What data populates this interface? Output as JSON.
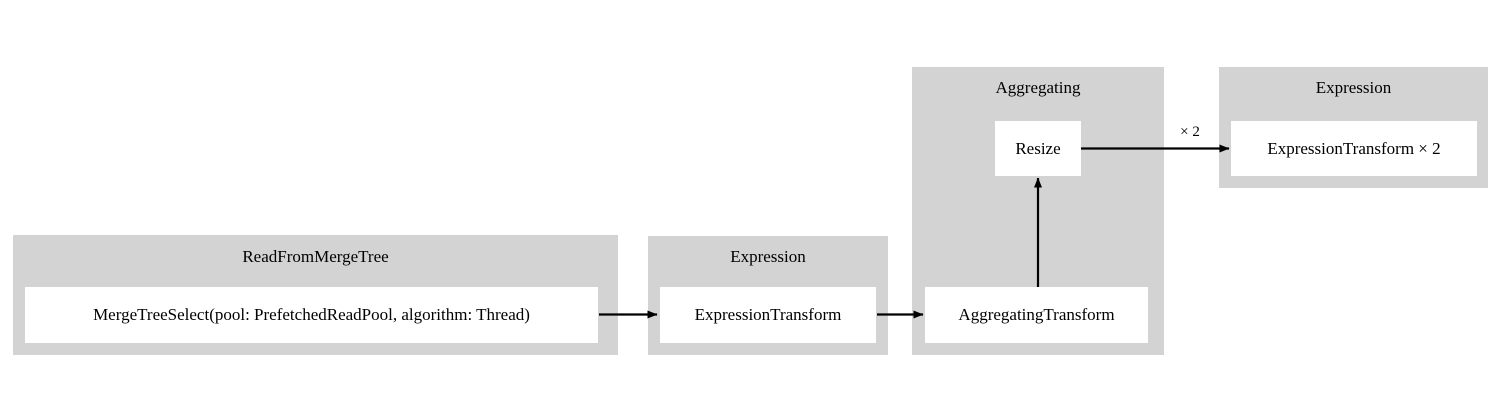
{
  "diagram": {
    "type": "query-pipeline-graph",
    "background_color": "#ffffff",
    "cluster_color": "#d3d3d3",
    "node_color": "#ffffff",
    "edge_color": "#000000",
    "clusters": [
      {
        "id": "read-from-merge-tree",
        "title": "ReadFromMergeTree",
        "nodes": [
          {
            "id": "merge-tree-select",
            "label": "MergeTreeSelect(pool: PrefetchedReadPool, algorithm: Thread)"
          }
        ]
      },
      {
        "id": "expression-1",
        "title": "Expression",
        "nodes": [
          {
            "id": "expression-transform",
            "label": "ExpressionTransform"
          }
        ]
      },
      {
        "id": "aggregating",
        "title": "Aggregating",
        "nodes": [
          {
            "id": "resize",
            "label": "Resize"
          },
          {
            "id": "aggregating-transform",
            "label": "AggregatingTransform"
          }
        ]
      },
      {
        "id": "expression-2",
        "title": "Expression",
        "nodes": [
          {
            "id": "expression-transform-x2",
            "label": "ExpressionTransform × 2"
          }
        ]
      }
    ],
    "edges": [
      {
        "id": "edge-merge-to-expression",
        "from": "merge-tree-select",
        "to": "expression-transform",
        "label": ""
      },
      {
        "id": "edge-expression-to-aggregating",
        "from": "expression-transform",
        "to": "aggregating-transform",
        "label": ""
      },
      {
        "id": "edge-aggregating-to-resize",
        "from": "aggregating-transform",
        "to": "resize",
        "label": ""
      },
      {
        "id": "edge-resize-to-expression2",
        "from": "resize",
        "to": "expression-transform-x2",
        "label": "× 2"
      }
    ]
  }
}
